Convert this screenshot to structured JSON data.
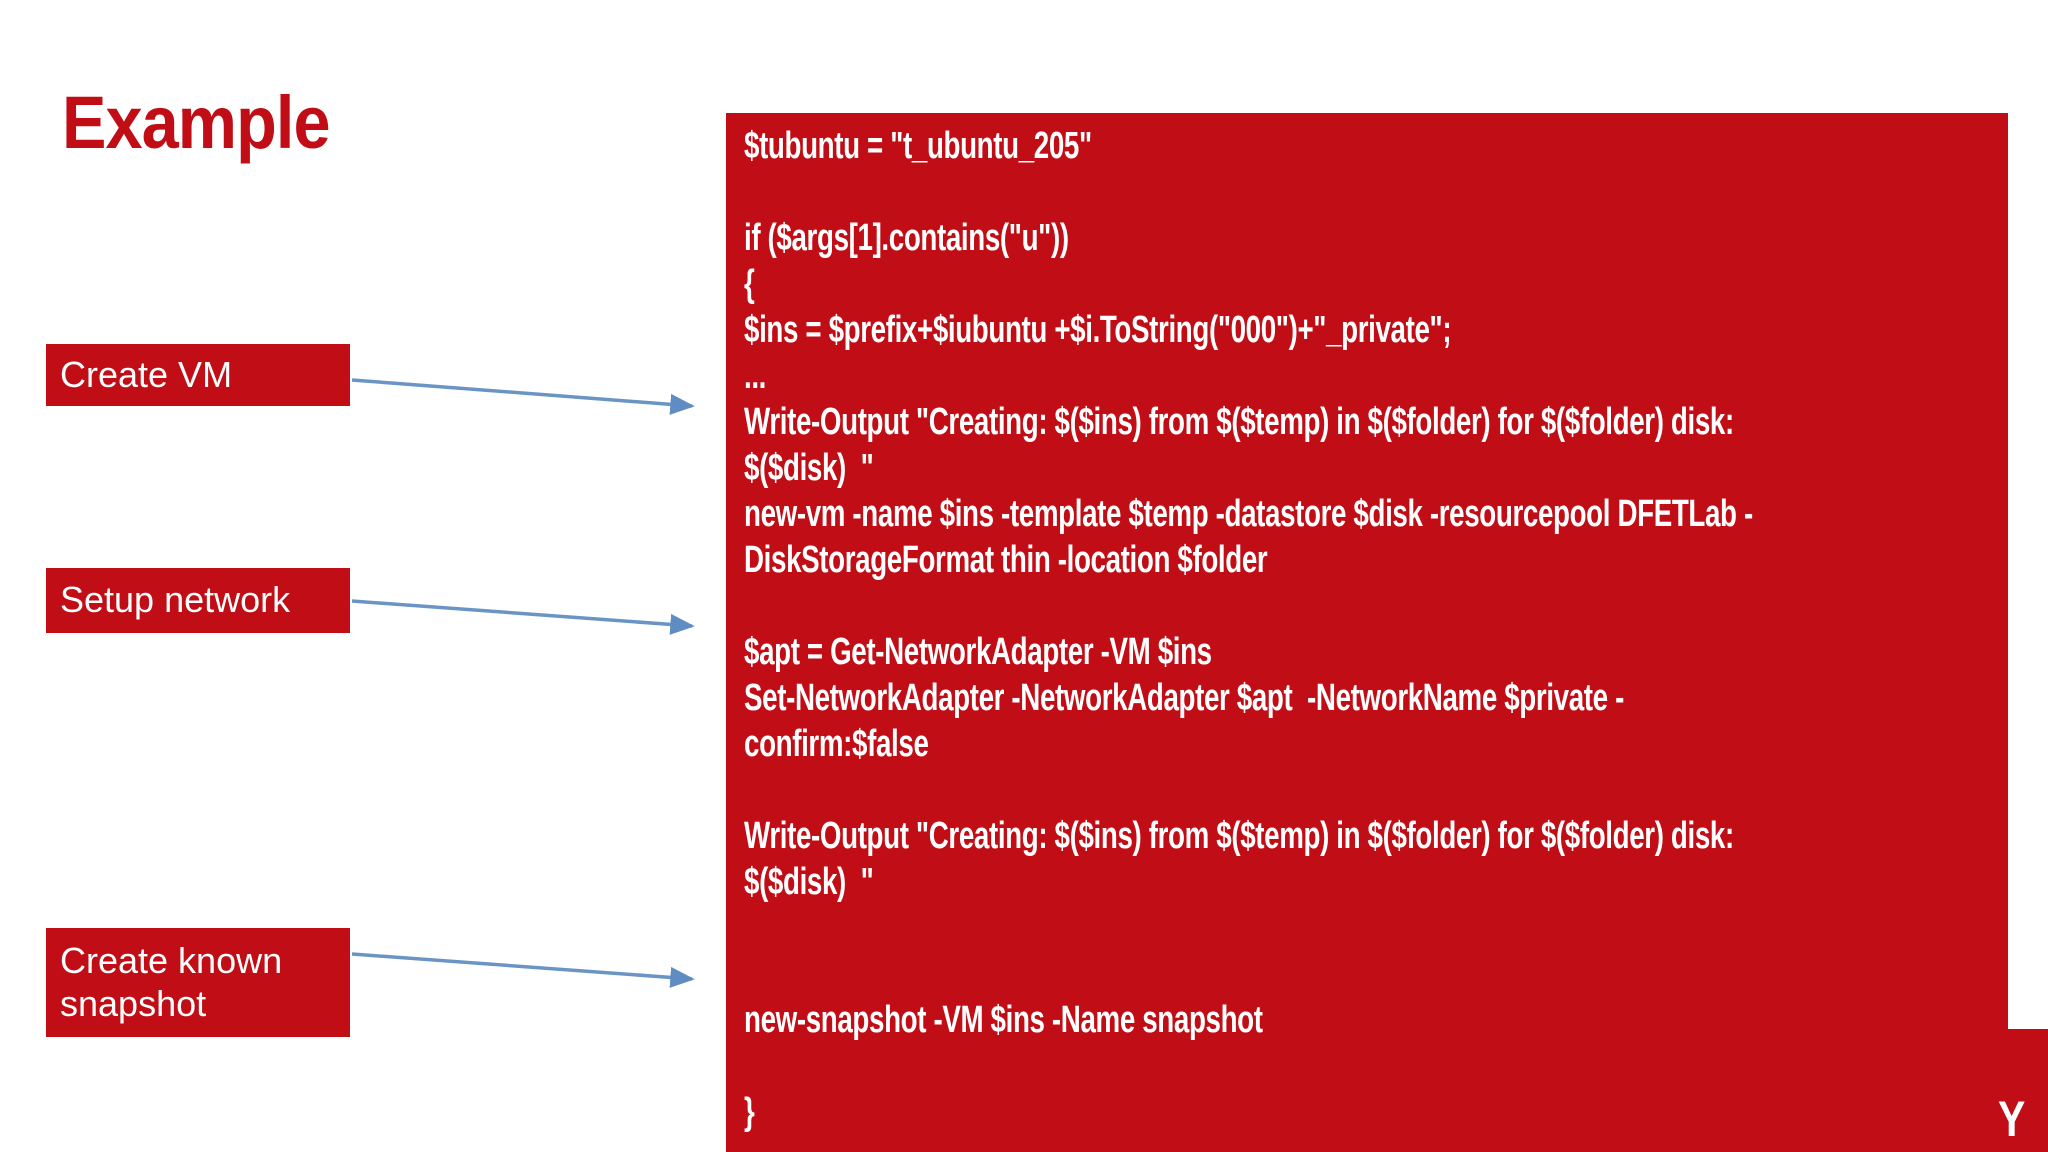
{
  "slide": {
    "title": "Example",
    "step_labels": [
      "Create VM",
      "Setup network",
      "Create known snapshot"
    ],
    "code_lines": [
      "$tubuntu = \"t_ubuntu_205\"",
      "",
      "if ($args[1].contains(\"u\"))",
      "{",
      "$ins = $prefix+$iubuntu +$i.ToString(\"000\")+\"_private\";",
      "...",
      "Write-Output \"Creating: $($ins) from $($temp) in $($folder) for $($folder) disk:",
      "$($disk)  \"",
      "new-vm -name $ins -template $temp -datastore $disk -resourcepool DFETLab -",
      "DiskStorageFormat thin -location $folder",
      "",
      "$apt = Get-NetworkAdapter -VM $ins",
      "Set-NetworkAdapter -NetworkAdapter $apt  -NetworkName $private -",
      "confirm:$false",
      "",
      "Write-Output \"Creating: $($ins) from $($temp) in $($folder) for $($folder) disk:",
      "$($disk)  \"",
      "",
      "",
      "new-snapshot -VM $ins -Name snapshot",
      "",
      "}"
    ],
    "logo_letter": "Y",
    "colors": {
      "accent_red": "#c10d15",
      "arrow_blue": "#6a94c4",
      "code_text": "#ffffff",
      "background": "#ffffff"
    }
  }
}
